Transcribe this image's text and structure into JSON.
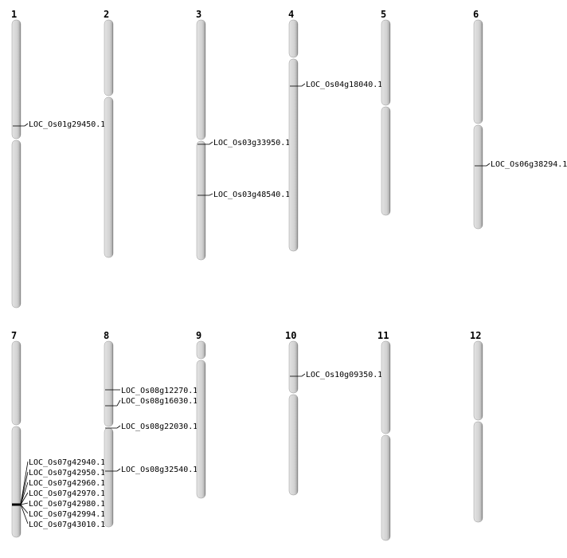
{
  "title": "Chromosome map",
  "colors": {
    "chromosome_fill": "#d6d6d6",
    "chromosome_edge": "#7a7a7a",
    "marker": "#000000"
  },
  "chromosomes": [
    {
      "label": "1",
      "genes": [
        "LOC_Os01g29450.1"
      ]
    },
    {
      "label": "2",
      "genes": []
    },
    {
      "label": "3",
      "genes": [
        "LOC_Os03g33950.1",
        "LOC_Os03g48540.1"
      ]
    },
    {
      "label": "4",
      "genes": [
        "LOC_Os04g18040.1"
      ]
    },
    {
      "label": "5",
      "genes": []
    },
    {
      "label": "6",
      "genes": [
        "LOC_Os06g38294.1"
      ]
    },
    {
      "label": "7",
      "genes": [
        "LOC_Os07g42940.1",
        "LOC_Os07g42950.1",
        "LOC_Os07g42960.1",
        "LOC_Os07g42970.1",
        "LOC_Os07g42980.1",
        "LOC_Os07g42994.1",
        "LOC_Os07g43010.1"
      ]
    },
    {
      "label": "8",
      "genes": [
        "LOC_Os08g12270.1",
        "LOC_Os08g16030.1",
        "LOC_Os08g22030.1",
        "LOC_Os08g32540.1"
      ]
    },
    {
      "label": "9",
      "genes": []
    },
    {
      "label": "10",
      "genes": [
        "LOC_Os10g09350.1"
      ]
    },
    {
      "label": "11",
      "genes": []
    },
    {
      "label": "12",
      "genes": []
    }
  ]
}
